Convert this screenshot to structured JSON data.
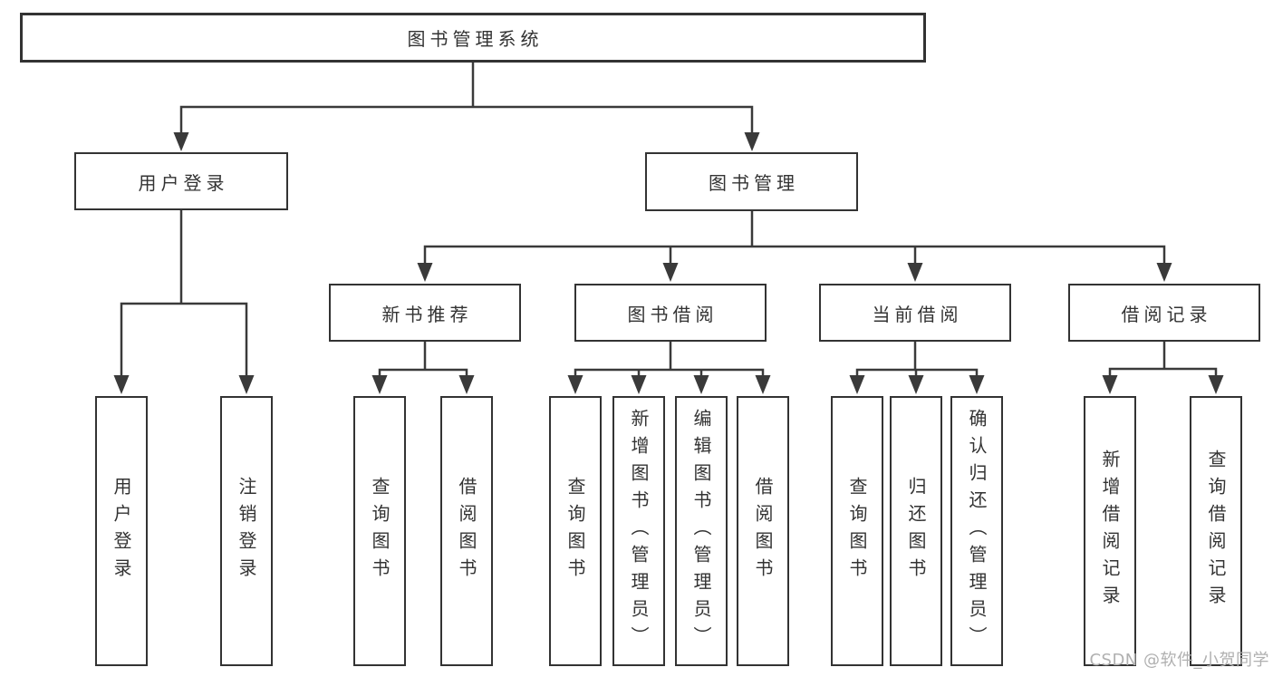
{
  "diagram": {
    "title": "图书管理系统",
    "colors": {
      "line": "#3a3a3a",
      "box_border": "#333333",
      "box_fill": "#ffffff",
      "text": "#333333",
      "watermark": "#b0b0b0",
      "background": "#ffffff"
    },
    "tree": {
      "label": "图书管理系统",
      "children": [
        {
          "label": "用户登录",
          "children": [
            {
              "label": "用户登录"
            },
            {
              "label": "注销登录"
            }
          ]
        },
        {
          "label": "图书管理",
          "children": [
            {
              "label": "新书推荐",
              "children": [
                {
                  "label": "查询图书"
                },
                {
                  "label": "借阅图书"
                }
              ]
            },
            {
              "label": "图书借阅",
              "children": [
                {
                  "label": "查询图书"
                },
                {
                  "label": "新增图书（管理员）"
                },
                {
                  "label": "编辑图书（管理员）"
                },
                {
                  "label": "借阅图书"
                }
              ]
            },
            {
              "label": "当前借阅",
              "children": [
                {
                  "label": "查询图书"
                },
                {
                  "label": "归还图书"
                },
                {
                  "label": "确认归还（管理员）"
                }
              ]
            },
            {
              "label": "借阅记录",
              "children": [
                {
                  "label": "新增借阅记录"
                },
                {
                  "label": "查询借阅记录"
                }
              ]
            }
          ]
        }
      ]
    },
    "watermark": {
      "text": "CSDN @软件_小贺同学"
    }
  }
}
